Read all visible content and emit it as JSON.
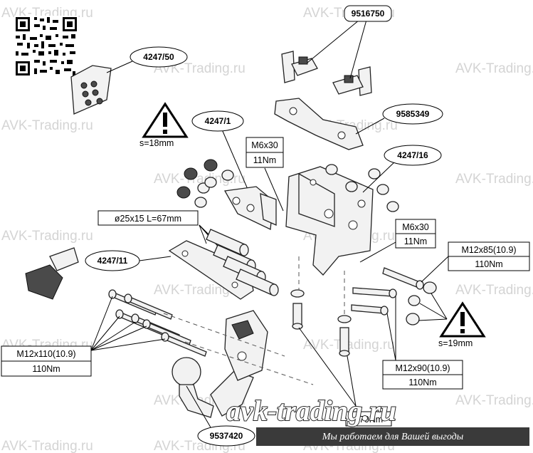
{
  "watermarks": [
    "AVK-Trading.ru",
    "AVK-Trading.ru",
    "AVK-Trading.ru",
    "AVK-Trading.ru",
    "AVK-Trading.ru",
    "AVK-Trading.ru",
    "AVK-Trading.ru",
    "AVK-Trading.ru",
    "AVK-Trading.ru",
    "AVK-Trading.ru",
    "AVK-Trading.ru",
    "AVK-Trading.ru",
    "AVK-Trading.ru",
    "AVK-Trading.ru",
    "AVK-Trading.ru",
    "AVK-Trading.ru",
    "AVK-Trading.ru",
    "AVK-Trading.ru",
    "AVK-Trading.ru"
  ],
  "parts": {
    "p9516750": "9516750",
    "p4247_50": "4247/50",
    "p9585349": "9585349",
    "p4247_1": "4247/1",
    "p4247_16": "4247/16",
    "p4247_11": "4247/11",
    "p9537420": "9537420"
  },
  "warnings": {
    "left": "s=18mm",
    "right": "s=19mm"
  },
  "specs": {
    "m6_top_size": "M6x30",
    "m6_top_torque": "11Nm",
    "m6_right_size": "M6x30",
    "m6_right_torque": "11Nm",
    "m12x85_size": "M12x85(10.9)",
    "m12x85_torque": "110Nm",
    "m12x110_size": "M12x110(10.9)",
    "m12x110_torque": "110Nm",
    "m12x90_size": "M12x90(10.9)",
    "m12x90_torque": "110Nm",
    "spacer": "ø25x15 L=67mm",
    "bottom_torque": "270Nm"
  },
  "brand": {
    "logo": "avk-trading.ru",
    "slogan": "Мы работаем для Вашей выгоды"
  },
  "icons": [
    "qr-code-icon",
    "warning-triangle-icon"
  ]
}
